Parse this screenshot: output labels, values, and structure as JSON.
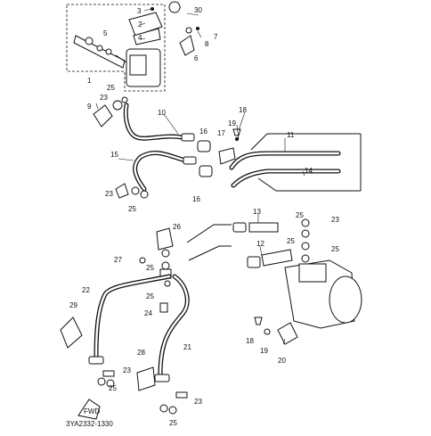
{
  "callouts": {
    "c1": "1",
    "c2": "2",
    "c3": "3",
    "c4": "4",
    "c5": "5",
    "c6": "6",
    "c7": "7",
    "c8": "8",
    "c9": "9",
    "c10": "10",
    "c11": "11",
    "c12": "12",
    "c13": "13",
    "c14": "14",
    "c15": "15",
    "c16a": "16",
    "c16b": "16",
    "c17": "17",
    "c18a": "18",
    "c18b": "18",
    "c19a": "19",
    "c19b": "19",
    "c20": "20",
    "c21": "21",
    "c22": "22",
    "c23a": "23",
    "c23b": "23",
    "c23c": "23",
    "c23d": "23",
    "c23e": "23",
    "c24": "24",
    "c25a": "25",
    "c25b": "25",
    "c25c": "25",
    "c25d": "25",
    "c25e": "25",
    "c25f": "25",
    "c25g": "25",
    "c25h": "25",
    "c25i": "25",
    "c26": "26",
    "c27": "27",
    "c28": "28",
    "c29": "29",
    "c30": "30"
  },
  "fwd_label": "FWD",
  "diagram_code": "3YA2332-1330"
}
